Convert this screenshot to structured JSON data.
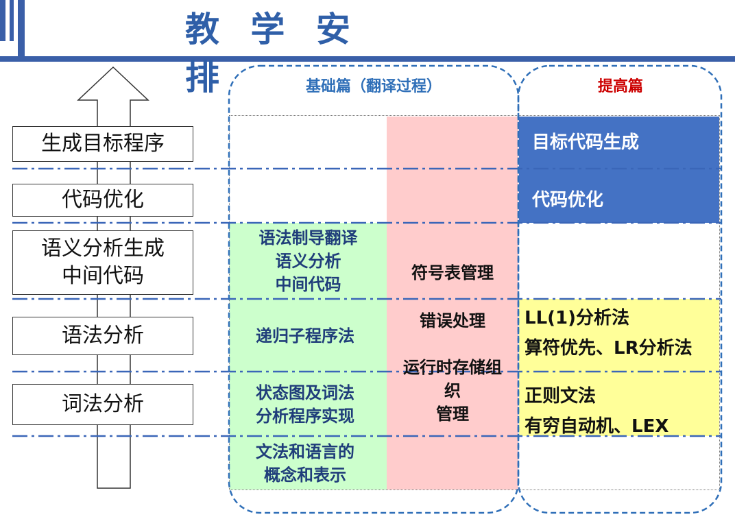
{
  "title": "教 学 安 排",
  "sections": {
    "basic": "基础篇（翻译过程）",
    "advanced": "提高篇"
  },
  "levels": [
    "生成目标程序",
    "代码优化",
    "语义分析生成\n中间代码",
    "语法分析",
    "词法分析"
  ],
  "basic_cells": {
    "semantic": "语法制导翻译\n语义分析\n中间代码",
    "syntax": "递归子程序法",
    "lexical": "状态图及词法\n分析程序实现",
    "grammar": "文法和语言的\n概念和表示"
  },
  "shared_cells": {
    "symbol_table": "符号表管理",
    "error": "错误处理",
    "runtime": "运行时存储组\n织\n管理"
  },
  "advanced_cells": {
    "target": "目标代码生成",
    "optimize": "代码优化",
    "syntax": "LL(1)分析法\n算符优先、LR分析法",
    "lexical": "正则文法\n有穷自动机、LEX"
  },
  "colors": {
    "header_blue": "#3a5fa8",
    "title_blue": "#2f5fa8",
    "green_fill": "#ccffcc",
    "pink_fill": "#ffcccc",
    "blue_fill": "#4472c4",
    "yellow_fill": "#ffff99",
    "advanced_red": "#cc0000"
  }
}
